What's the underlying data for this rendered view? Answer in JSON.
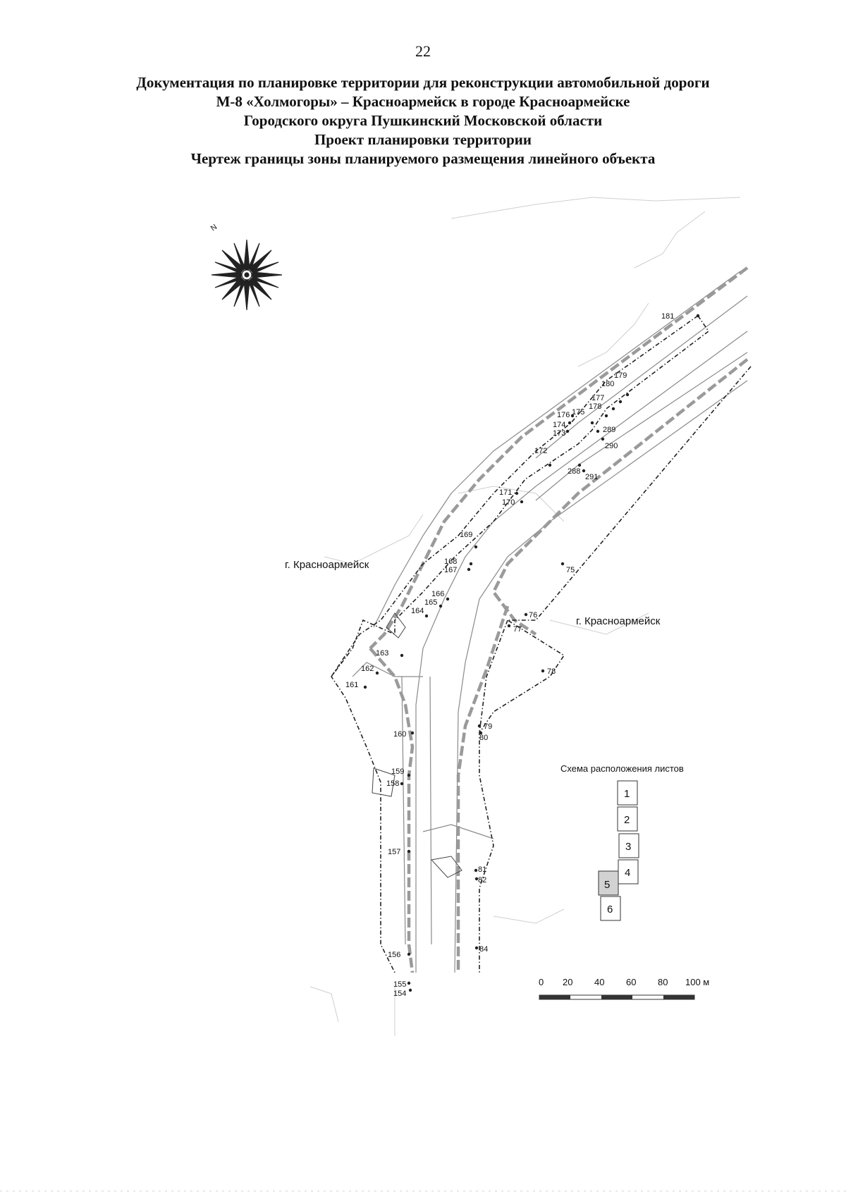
{
  "page_number": "22",
  "title_lines": [
    "Документация по планировке территории для реконструкции автомобильной дороги",
    "М-8 «Холмогоры» – Красноармейск в городе Красноармейске",
    "Городского округа Пушкинский Московской области",
    "Проект планировки территории",
    "Чертеж границы зоны планируемого размещения линейного объекта"
  ],
  "map": {
    "city_labels": [
      "г. Красноармейск",
      "г. Красноармейск"
    ],
    "compass_label": "N",
    "boundary_point_labels": [
      "181",
      "179",
      "180",
      "177",
      "178",
      "176",
      "175",
      "174",
      "173",
      "289",
      "290",
      "172",
      "288",
      "291",
      "171",
      "170",
      "169",
      "168",
      "167",
      "75",
      "166",
      "165",
      "164",
      "76",
      "77",
      "163",
      "162",
      "161",
      "78",
      "160",
      "79",
      "80",
      "159",
      "158",
      "157",
      "81",
      "82",
      "156",
      "84",
      "155",
      "154"
    ],
    "colors": {
      "boundary": "#222222",
      "axis": "#9a9a9a",
      "background_lines": "#c8c8c8"
    }
  },
  "legend": {
    "title": "Схема расположения листов",
    "sheets": [
      "1",
      "2",
      "3",
      "4",
      "5",
      "6"
    ],
    "current_sheet": "5"
  },
  "scale_bar": {
    "ticks": [
      "0",
      "20",
      "40",
      "60",
      "80",
      "100 м"
    ]
  }
}
